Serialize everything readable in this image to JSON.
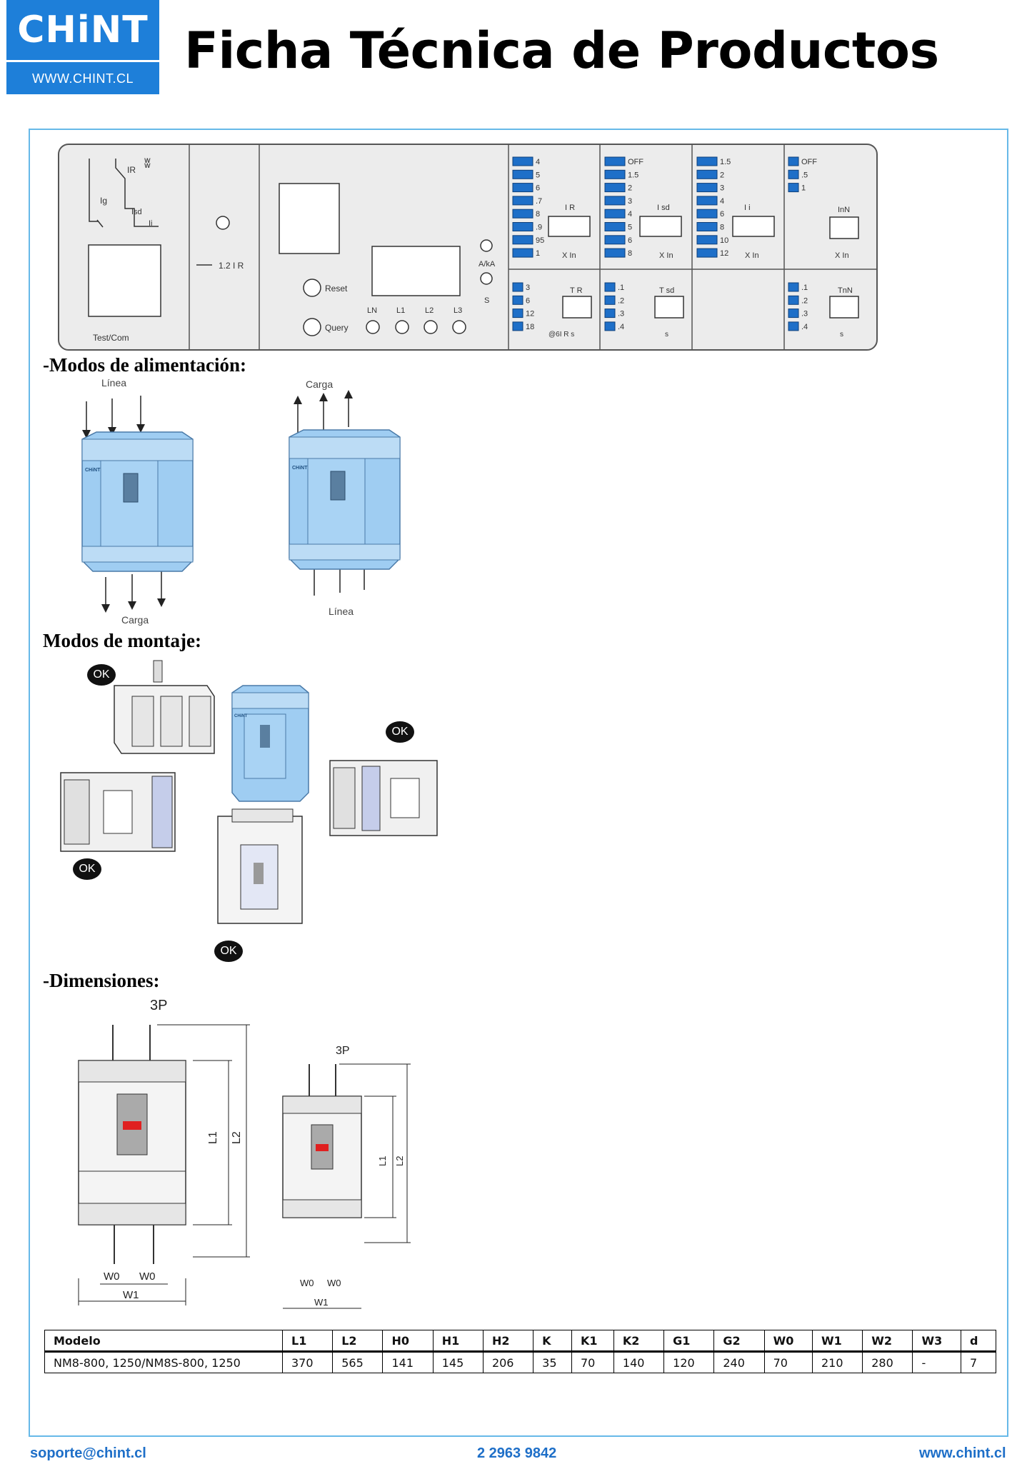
{
  "header": {
    "logo_brand": "CHiNT",
    "logo_web": "WWW.CHINT.CL",
    "title": "Ficha Técnica de Productos"
  },
  "panel": {
    "test_com": "Test/Com",
    "ir_label": "IR",
    "ig_label": "Ig",
    "isd_label": "Isd",
    "ii_label": "Ii",
    "ratio": "1.2  I R",
    "reset": "Reset",
    "query": "Query",
    "aka": "A/kA",
    "s": "S",
    "leds": [
      "LN",
      "L1",
      "L2",
      "L3"
    ],
    "ir_values": [
      "4",
      "5",
      "6",
      ".7",
      "8",
      ".9",
      "95",
      "1"
    ],
    "ir_title": "I R",
    "xin": "X In",
    "isd_values": [
      "OFF",
      "1.5",
      "2",
      "3",
      "4",
      "5",
      "6",
      "8"
    ],
    "isd_title": "I sd",
    "ii_values": [
      "1.5",
      "2",
      "3",
      "4",
      "6",
      "8",
      "10",
      "12"
    ],
    "ii_title": "I i",
    "inn_values": [
      "OFF",
      ".5",
      "1"
    ],
    "inn_title": "InN",
    "tr_values": [
      "3",
      "6",
      "12",
      "18"
    ],
    "tr_title": "T R",
    "tr_unit": "@6I R  s",
    "tsd_values": [
      ".1",
      ".2",
      ".3",
      ".4"
    ],
    "tsd_title": "T sd",
    "tnn_values": [
      ".1",
      ".2",
      ".3",
      ".4"
    ],
    "tnn_title": "TnN",
    "unit_s": "s"
  },
  "sections": {
    "alimentacion": "-Modos de alimentación:",
    "montaje": "Modos de montaje:",
    "dimensiones": "-Dimensiones:"
  },
  "alimentacion": {
    "left_top": "Línea",
    "left_bottom": "Carga",
    "right_top": "Carga",
    "right_bottom": "Línea"
  },
  "montaje": {
    "ok": "OK"
  },
  "dimensiones": {
    "label_3p": "3P",
    "l1": "L1",
    "l2": "L2",
    "w0": "W0",
    "w1": "W1"
  },
  "table": {
    "headers": [
      "Modelo",
      "L1",
      "L2",
      "H0",
      "H1",
      "H2",
      "K",
      "K1",
      "K2",
      "G1",
      "G2",
      "W0",
      "W1",
      "W2",
      "W3",
      "d"
    ],
    "rows": [
      [
        "NM8-800, 1250/NM8S-800, 1250",
        "370",
        "565",
        "141",
        "145",
        "206",
        "35",
        "70",
        "140",
        "120",
        "240",
        "70",
        "210",
        "280",
        "-",
        "7"
      ]
    ]
  },
  "footer": {
    "email": "soporte@chint.cl",
    "phone": "2 2963 9842",
    "web": "www.chint.cl"
  },
  "colors": {
    "brand_blue": "#1e7fd9",
    "frame_blue": "#67b9e8",
    "breaker_blue": "#9fcdf2",
    "footer_blue": "#1e6fc8"
  }
}
